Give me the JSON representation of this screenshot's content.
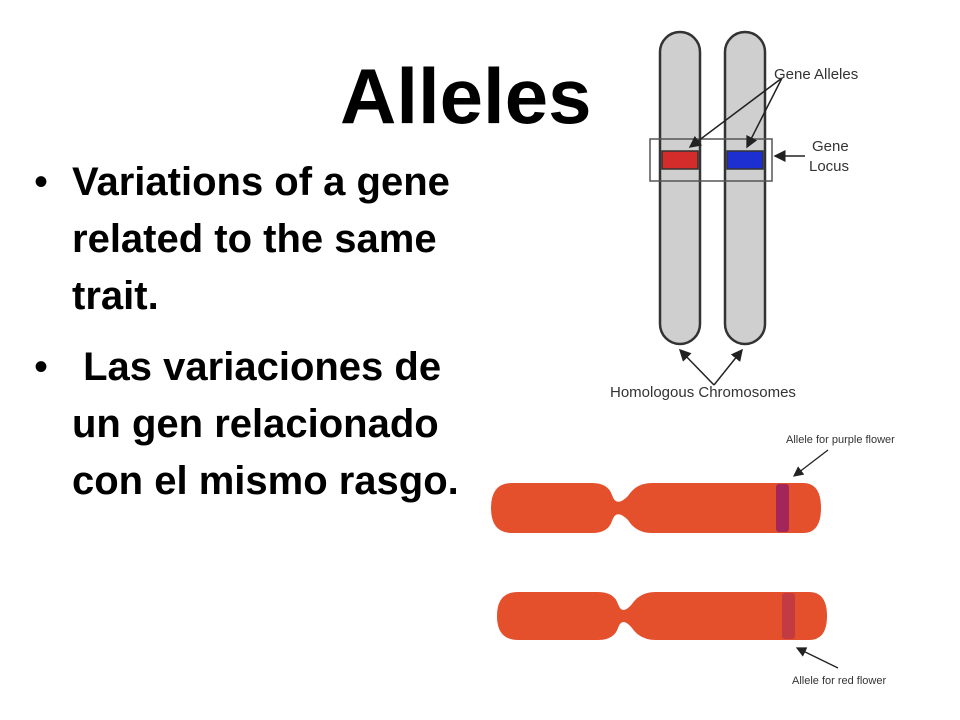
{
  "slide": {
    "title": "Alleles",
    "bullets": [
      {
        "marker": "•",
        "text": "Variations of a gene related to the same trait."
      },
      {
        "marker": "•",
        "text": " Las variaciones de un gen relacionado con el mismo rasgo."
      }
    ]
  },
  "top_diagram": {
    "labels": {
      "gene_alleles": "Gene Alleles",
      "gene_locus_line1": "Gene",
      "gene_locus_line2": "Locus",
      "homologous_chromosomes": "Homologous Chromosomes"
    },
    "colors": {
      "chromosome": "#cfcfcf",
      "allele_left": "#d42b2b",
      "allele_right": "#1d2fd0"
    }
  },
  "bottom_diagram": {
    "labels": {
      "purple_allele": "Allele for purple flower",
      "red_allele": "Allele for red flower"
    },
    "colors": {
      "chromosome": "#e4502c",
      "purple_band": "#a3265a",
      "red_band": "#c23a42"
    }
  }
}
